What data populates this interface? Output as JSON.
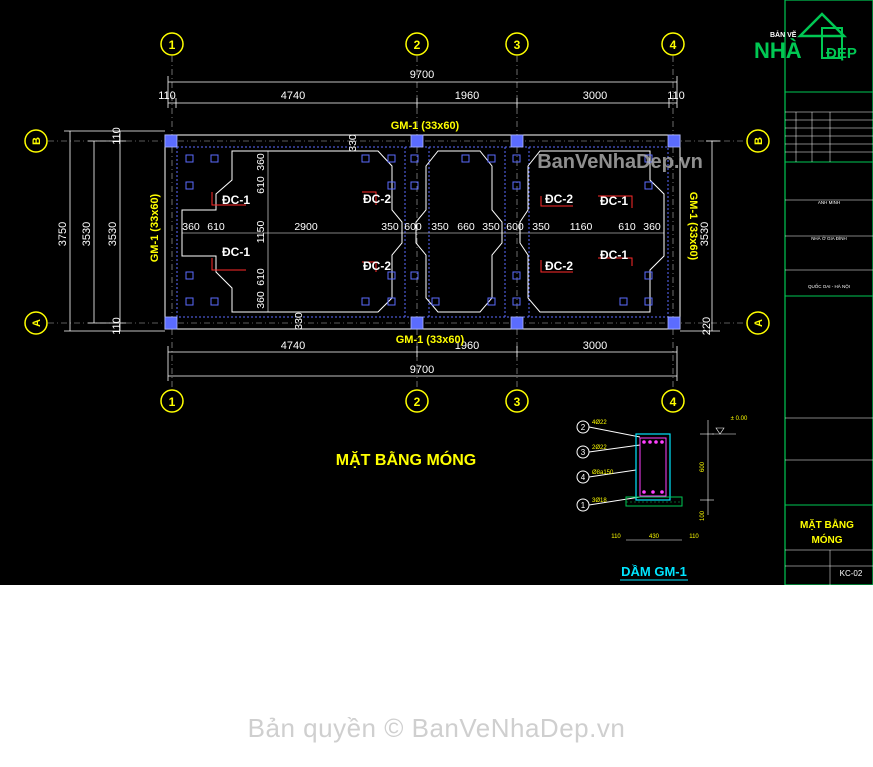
{
  "grid_x": [
    "1",
    "2",
    "3",
    "4"
  ],
  "grid_y": [
    "B",
    "A"
  ],
  "top_dims": {
    "total": "9700",
    "parts": [
      "110",
      "4740",
      "1960",
      "3000",
      "110"
    ]
  },
  "bottom_dims": {
    "total": "9700",
    "parts": [
      "4740",
      "1960",
      "3000"
    ]
  },
  "left_dims": [
    "3750",
    "3530",
    "3530"
  ],
  "left_small": [
    "110",
    "110"
  ],
  "right_dims": [
    "3530"
  ],
  "right_small": [
    "220"
  ],
  "beam_top": "GM-1 (33x60)",
  "beam_bottom": "GM-1 (33x60)",
  "beam_left": "GM-1 (33x60)",
  "beam_right": "GM-1 (33x60)",
  "inner_dims": {
    "left_row": [
      "360",
      "610",
      "1150",
      "2900",
      "350",
      "600",
      "350",
      "660",
      "350",
      "600",
      "350",
      "1160",
      "610",
      "360"
    ],
    "vert_left": [
      "360",
      "610",
      "1150",
      "610",
      "360"
    ],
    "vert_330": [
      "330",
      "330"
    ]
  },
  "footings": [
    "ĐC-1",
    "ĐC-2",
    "ĐC-1",
    "ĐC-2",
    "ĐC-2",
    "ĐC-1",
    "ĐC-2",
    "ĐC-1"
  ],
  "plan_title": "MẶT BẰNG MÓNG",
  "section": {
    "title": "DẦM GM-1",
    "markers": [
      "2",
      "3",
      "4",
      "1"
    ],
    "rebar": [
      "4Ø22",
      "2Ø22",
      "Ø8a150",
      "3Ø18"
    ],
    "dims_bottom": [
      "110",
      "430",
      "110"
    ],
    "dims_right": [
      "600",
      "100"
    ],
    "dim_top": "± 0.00"
  },
  "title_block": {
    "logo_top": "BẢN VẼ",
    "logo_nha": "NHÀ",
    "logo_dep": "ĐẸP",
    "project_owner": "ANH MINH",
    "project": "NHÀ Ở GIA ĐÌNH",
    "address": "QUỐC OAI - HÀ NỘI",
    "sheet_title_1": "MẶT BẰNG",
    "sheet_title_2": "MÓNG",
    "sheet_no": "KC-02"
  },
  "watermark": "BanVeNhaDep.vn",
  "copyright": "Bản quyền © BanVeNhaDep.vn",
  "colors": {
    "bg": "#000000",
    "axis": "#ffff00",
    "lines": "#ffffff",
    "blue": "#5b6cff",
    "red": "#ff2a2a",
    "cyan": "#00e5ff",
    "green": "#00c853",
    "magenta": "#ff40ff"
  }
}
